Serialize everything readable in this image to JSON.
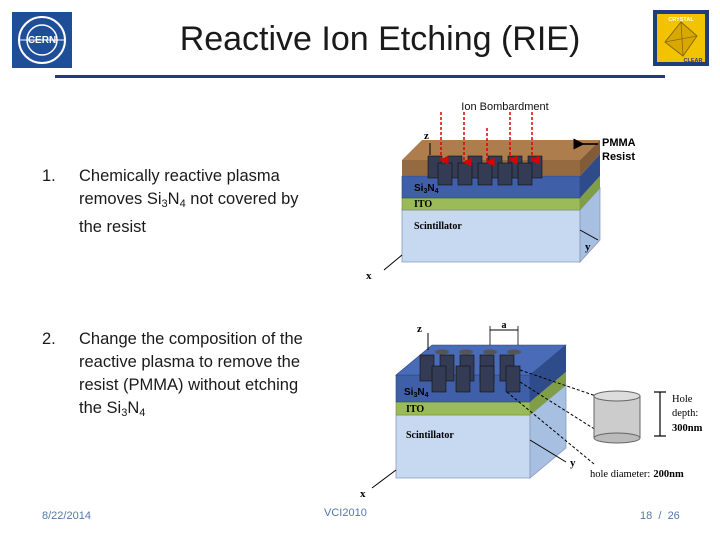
{
  "title": "Reactive Ion Etching (RIE)",
  "items": [
    {
      "num": "1.",
      "parts": [
        "Chemically reactive plasma removes Si",
        "3",
        "N",
        "4",
        " not covered by the resist"
      ]
    },
    {
      "num": "2.",
      "parts": [
        "Change the composition of the reactive plasma to remove the resist (PMMA) without etching the Si",
        "3",
        "N",
        "4",
        ""
      ]
    }
  ],
  "diagram1": {
    "ion_label": "Ion Bombardment",
    "pmma_label_1": "PMMA",
    "pmma_label_2": "Resist",
    "si": "Si",
    "si_sub": "3",
    "n": "N",
    "n_sub": "4",
    "ito": "ITO",
    "scint": "Scintillator",
    "axis_z": "z",
    "axis_y": "y",
    "axis_x": "x"
  },
  "diagram2": {
    "label_a": "a",
    "si": "Si",
    "si_sub": "3",
    "n": "N",
    "n_sub": "4",
    "ito": "ITO",
    "scint": "Scintillator",
    "axis_z": "z",
    "axis_y": "y",
    "axis_x": "x",
    "hole_depth_1": "Hole",
    "hole_depth_2": "depth:",
    "hole_depth_val": "300nm",
    "hole_diam": "hole diameter:",
    "hole_diam_val": "200nm"
  },
  "footer": {
    "date": "8/22/2014",
    "conference": "VCI2010",
    "page": "18",
    "sep": "/",
    "total": "26"
  },
  "logos": {
    "cern": "CERN",
    "crystal_1": "CRYSTAL",
    "crystal_2": "CLEAR"
  },
  "colors": {
    "accent": "#1f3d7a",
    "si3n4": "#3f5fa8",
    "ito": "#9bbb59",
    "scint": "#c6d9f0",
    "pmma": "#8b5a2b",
    "ion": "#dd0000"
  }
}
